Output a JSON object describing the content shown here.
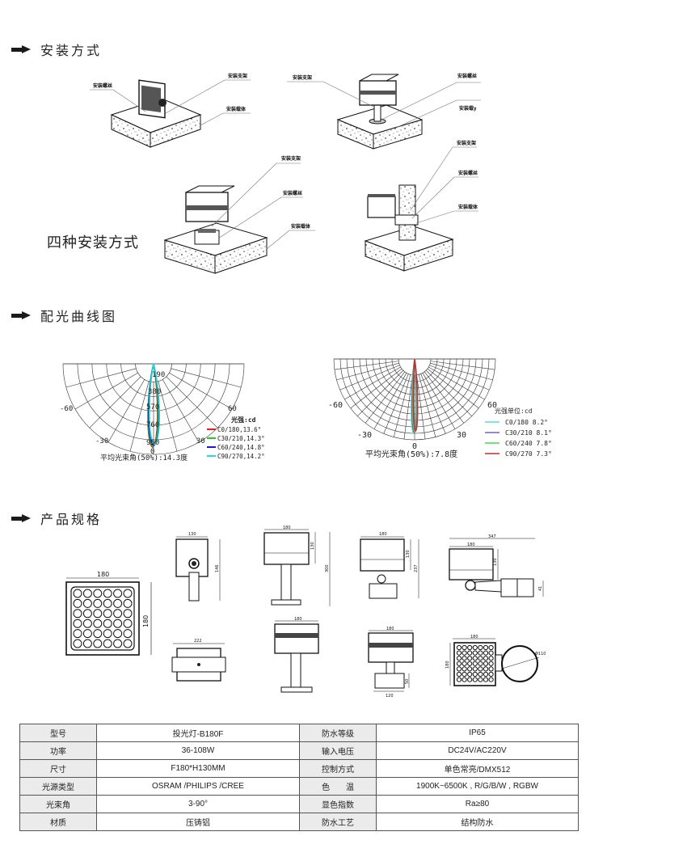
{
  "sections": {
    "install": {
      "title": "安装方式",
      "icon": "arrow-right-icon"
    },
    "light_curve": {
      "title": "配光曲线图",
      "icon": "arrow-right-icon"
    },
    "spec": {
      "title": "产品规格",
      "icon": "arrow-right-icon"
    }
  },
  "install_methods": {
    "caption": "四种安装方式",
    "diagram1": {
      "screw": "安装螺丝",
      "bracket": "安装支架",
      "carrier": "安装载体"
    },
    "diagram2": {
      "bracket": "安装支架",
      "screw": "安装螺丝",
      "carrier": "安装载у"
    },
    "diagram3": {
      "bracket": "安装支架",
      "screw": "安装螺丝",
      "carrier": "安装载体"
    },
    "diagram4": {
      "bracket": "安装支架",
      "screw": "安装螺丝",
      "carrier": "安装载体"
    }
  },
  "chart_data": [
    {
      "type": "polar",
      "title": "",
      "radial_ticks": [
        "190",
        "380",
        "570",
        "760",
        "950"
      ],
      "angle_ticks": [
        "-60",
        "-30",
        "0",
        "30",
        "60"
      ],
      "unit_label": "光强:cd",
      "series": [
        {
          "name": "C0/180,13.6°",
          "beam_angle": 13.6,
          "color": "#e02020"
        },
        {
          "name": "C30/210,14.3°",
          "beam_angle": 14.3,
          "color": "#22cc22"
        },
        {
          "name": "C60/240,14.8°",
          "beam_angle": 14.8,
          "color": "#1a1acc"
        },
        {
          "name": "C90/270,14.2°",
          "beam_angle": 14.2,
          "color": "#22dddd"
        }
      ],
      "caption": "平均光束角(50%):14.3度"
    },
    {
      "type": "polar",
      "title": "",
      "angle_ticks": [
        "-60",
        "-30",
        "0",
        "30",
        "60"
      ],
      "unit_label": "光强单位:cd",
      "series": [
        {
          "name": "C0/180 8.2°",
          "beam_angle": 8.2,
          "color": "#55dddd"
        },
        {
          "name": "C30/210 8.1°",
          "beam_angle": 8.1,
          "color": "#7060c0"
        },
        {
          "name": "C60/240 7.8°",
          "beam_angle": 7.8,
          "color": "#44dd44"
        },
        {
          "name": "C90/270 7.3°",
          "beam_angle": 7.3,
          "color": "#c03030"
        }
      ],
      "caption": "平均光束角(50%):7.8度"
    }
  ],
  "drawings": {
    "front": {
      "width": "180",
      "height": "180"
    },
    "side": {
      "width": "130",
      "height": "146"
    },
    "bracket_front": {
      "width": "180",
      "height": "130",
      "total": "300"
    },
    "base_front": {
      "width": "180",
      "height": "130",
      "total": "237"
    },
    "wall_side": {
      "total": "347",
      "width": "180",
      "height": "130",
      "clamp": "41"
    },
    "top": {
      "width": "222"
    },
    "fin_front": {
      "width": "180"
    },
    "fin_base": {
      "width": "180",
      "base_w": "120",
      "base_h": "50"
    },
    "pole_top": {
      "width": "180",
      "height": "180",
      "dia": "Φ110"
    }
  },
  "spec_table": {
    "rows": [
      {
        "k1": "型号",
        "v1": "投光灯-B180F",
        "k2": "防水等级",
        "v2": "IP65"
      },
      {
        "k1": "功率",
        "v1": "36-108W",
        "k2": "输入电压",
        "v2": "DC24V/AC220V"
      },
      {
        "k1": "尺寸",
        "v1": "F180*H130MM",
        "k2": "控制方式",
        "v2": "单色常亮/DMX512"
      },
      {
        "k1": "光源类型",
        "v1": "OSRAM /PHILIPS /CREE",
        "k2": "色　　温",
        "v2": "1900K~6500K , R/G/B/W , RGBW"
      },
      {
        "k1": "光束角",
        "v1": "3-90°",
        "k2": "显色指数",
        "v2": "Ra≥80"
      },
      {
        "k1": "材质",
        "v1": "压铸铝",
        "k2": "防水工艺",
        "v2": "结构防水"
      }
    ]
  }
}
